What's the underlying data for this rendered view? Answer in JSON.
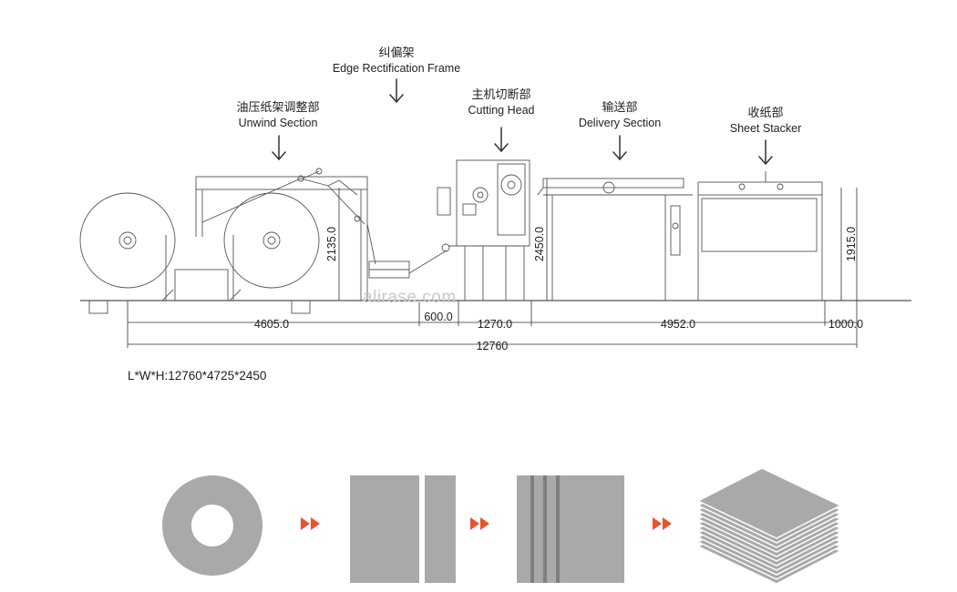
{
  "labels": {
    "edge_frame": {
      "zh": "纠偏架",
      "en": "Edge Rectification Frame"
    },
    "unwind": {
      "zh": "油压纸架调整部",
      "en": "Unwind Section"
    },
    "cutting": {
      "zh": "主机切断部",
      "en": "Cutting Head"
    },
    "delivery": {
      "zh": "输送部",
      "en": "Delivery Section"
    },
    "stacker": {
      "zh": "收纸部",
      "en": "Sheet Stacker"
    }
  },
  "dimensions": {
    "height_unwind": "2135.0",
    "height_cutter": "2450.0",
    "height_stacker": "1915.0",
    "seg_unwind": "4605.0",
    "seg_gap": "600.0",
    "seg_cutter": "1270.0",
    "seg_delivery": "4952.0",
    "seg_stacker": "1000.0",
    "total_length": "12760"
  },
  "spec": "L*W*H:12760*4725*2450",
  "watermark": "alirase.com",
  "flow": {
    "stages": [
      "paper-roll",
      "slit-sheets",
      "cut-sheets",
      "stacked-sheets"
    ],
    "arrow_color": "#e8532a",
    "shape_color": "#a9a9a9"
  }
}
